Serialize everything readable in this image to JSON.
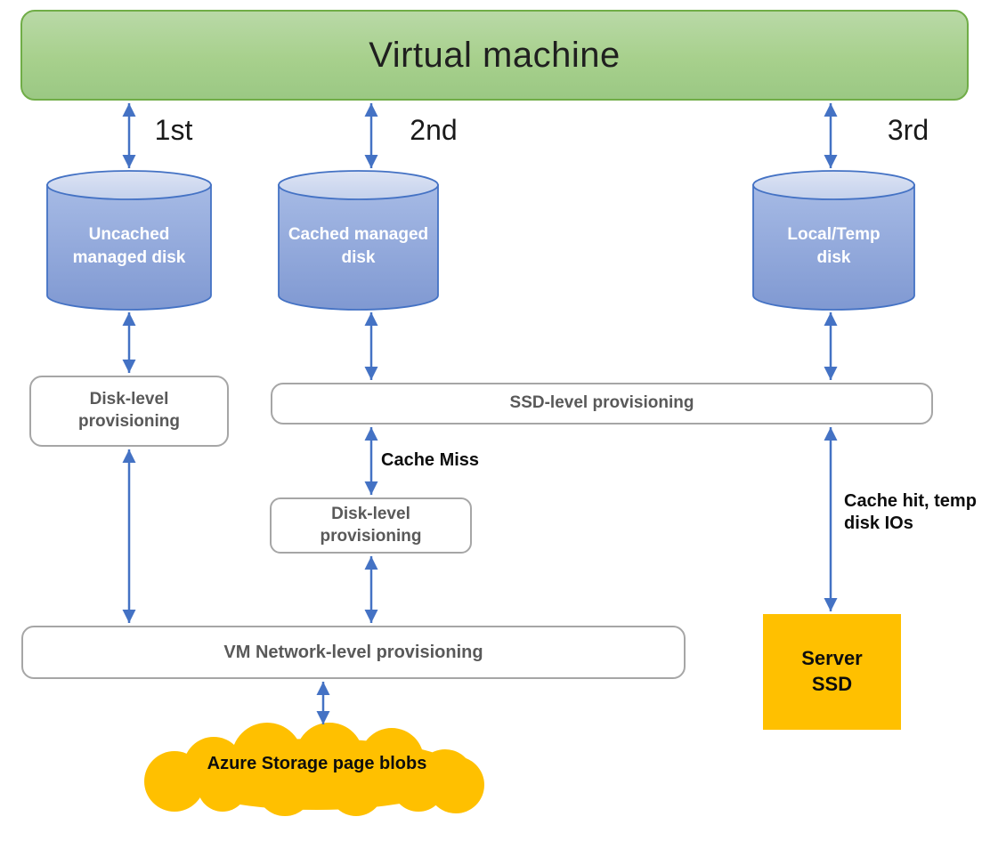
{
  "diagram": {
    "title": "Virtual machine",
    "path_labels": [
      "1st",
      "2nd",
      "3rd"
    ],
    "disks": [
      {
        "label": "Uncached managed disk"
      },
      {
        "label": "Cached managed disk"
      },
      {
        "label": "Local/Temp disk"
      }
    ],
    "boxes": {
      "disk_level_left": "Disk-level provisioning",
      "ssd_level": "SSD-level provisioning",
      "disk_level_mid": "Disk-level provisioning",
      "vm_network": "VM Network-level provisioning"
    },
    "annotations": {
      "cache_miss": "Cache Miss",
      "cache_hit": "Cache hit, temp disk IOs"
    },
    "server_ssd_label": "Server SSD",
    "cloud_label": "Azure Storage page blobs",
    "colors": {
      "vm_green_fill": "#A9D18E",
      "vm_green_border": "#70AD47",
      "disk_blue_fill": "#8FAADC",
      "disk_blue_top": "#D6DFF1",
      "blue_border": "#4472C4",
      "arrow_blue": "#4472C4",
      "gray_box_border": "#A6A6A6",
      "gray_box_text": "#595959",
      "accent_gold": "#FFC000"
    }
  }
}
